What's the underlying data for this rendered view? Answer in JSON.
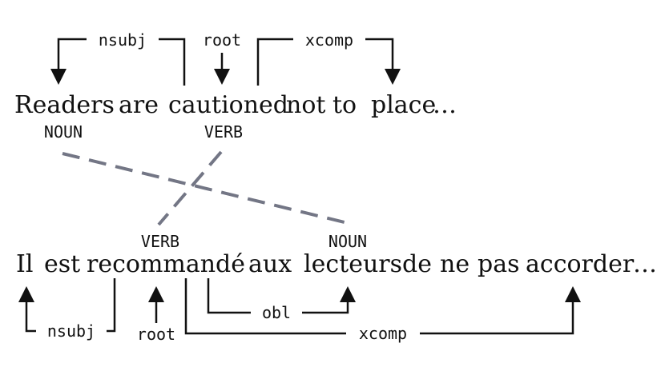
{
  "english": {
    "words": [
      "Readers",
      "are",
      "cautioned",
      "not",
      "to",
      "place",
      "…"
    ],
    "pos_tags": {
      "readers": "NOUN",
      "cautioned": "VERB"
    },
    "arcs": {
      "nsubj": "nsubj",
      "root": "root",
      "xcomp": "xcomp"
    }
  },
  "french": {
    "words": [
      "Il",
      "est",
      "recommandé",
      "aux",
      "lecteurs",
      "de",
      "ne",
      "pas",
      "accorder",
      "…"
    ],
    "pos_tags": {
      "recommande": "VERB",
      "lecteurs": "NOUN"
    },
    "arcs": {
      "nsubj": "nsubj",
      "root": "root",
      "obl": "obl",
      "xcomp": "xcomp"
    }
  },
  "colors": {
    "ink": "#111111",
    "alignment": "#737685"
  }
}
